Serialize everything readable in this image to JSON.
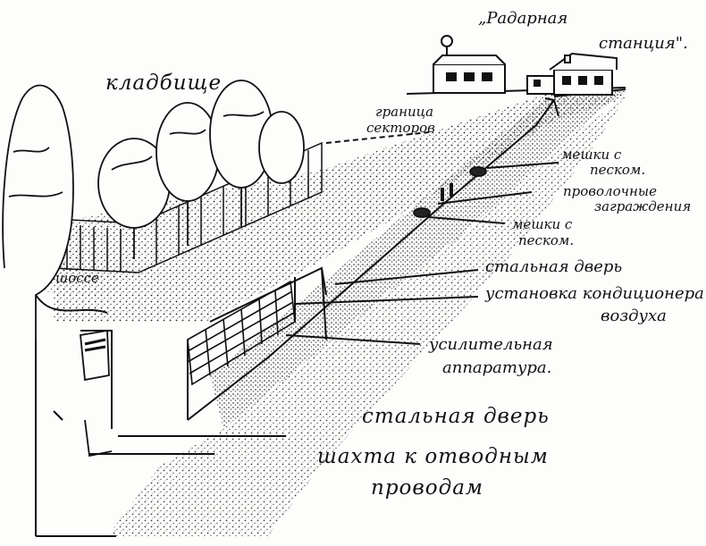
{
  "labels": {
    "radar_station_line1": "„Радарная",
    "radar_station_line2": "станция\".",
    "cemetery": "кладбище",
    "sector_border_line1": "граница",
    "sector_border_line2": "секторов",
    "sandbags_top_line1": "мешки с",
    "sandbags_top_line2": "песком.",
    "wire_fence_line1": "проволочные",
    "wire_fence_line2": "заграждения",
    "sandbags_mid_line1": "мешки с",
    "sandbags_mid_line2": "песком.",
    "road": "шоссе",
    "steel_door_upper": "стальная дверь",
    "air_conditioning_line1": "установка кондиционера",
    "air_conditioning_line2": "воздуха",
    "amplifier_line1": "усилительная",
    "amplifier_line2": "аппаратура.",
    "steel_door_lower": "стальная дверь",
    "shaft_line1": "шахта к отводным",
    "shaft_line2": "проводам"
  },
  "colors": {
    "ink": "#111111",
    "paper": "#fdfdfb"
  }
}
